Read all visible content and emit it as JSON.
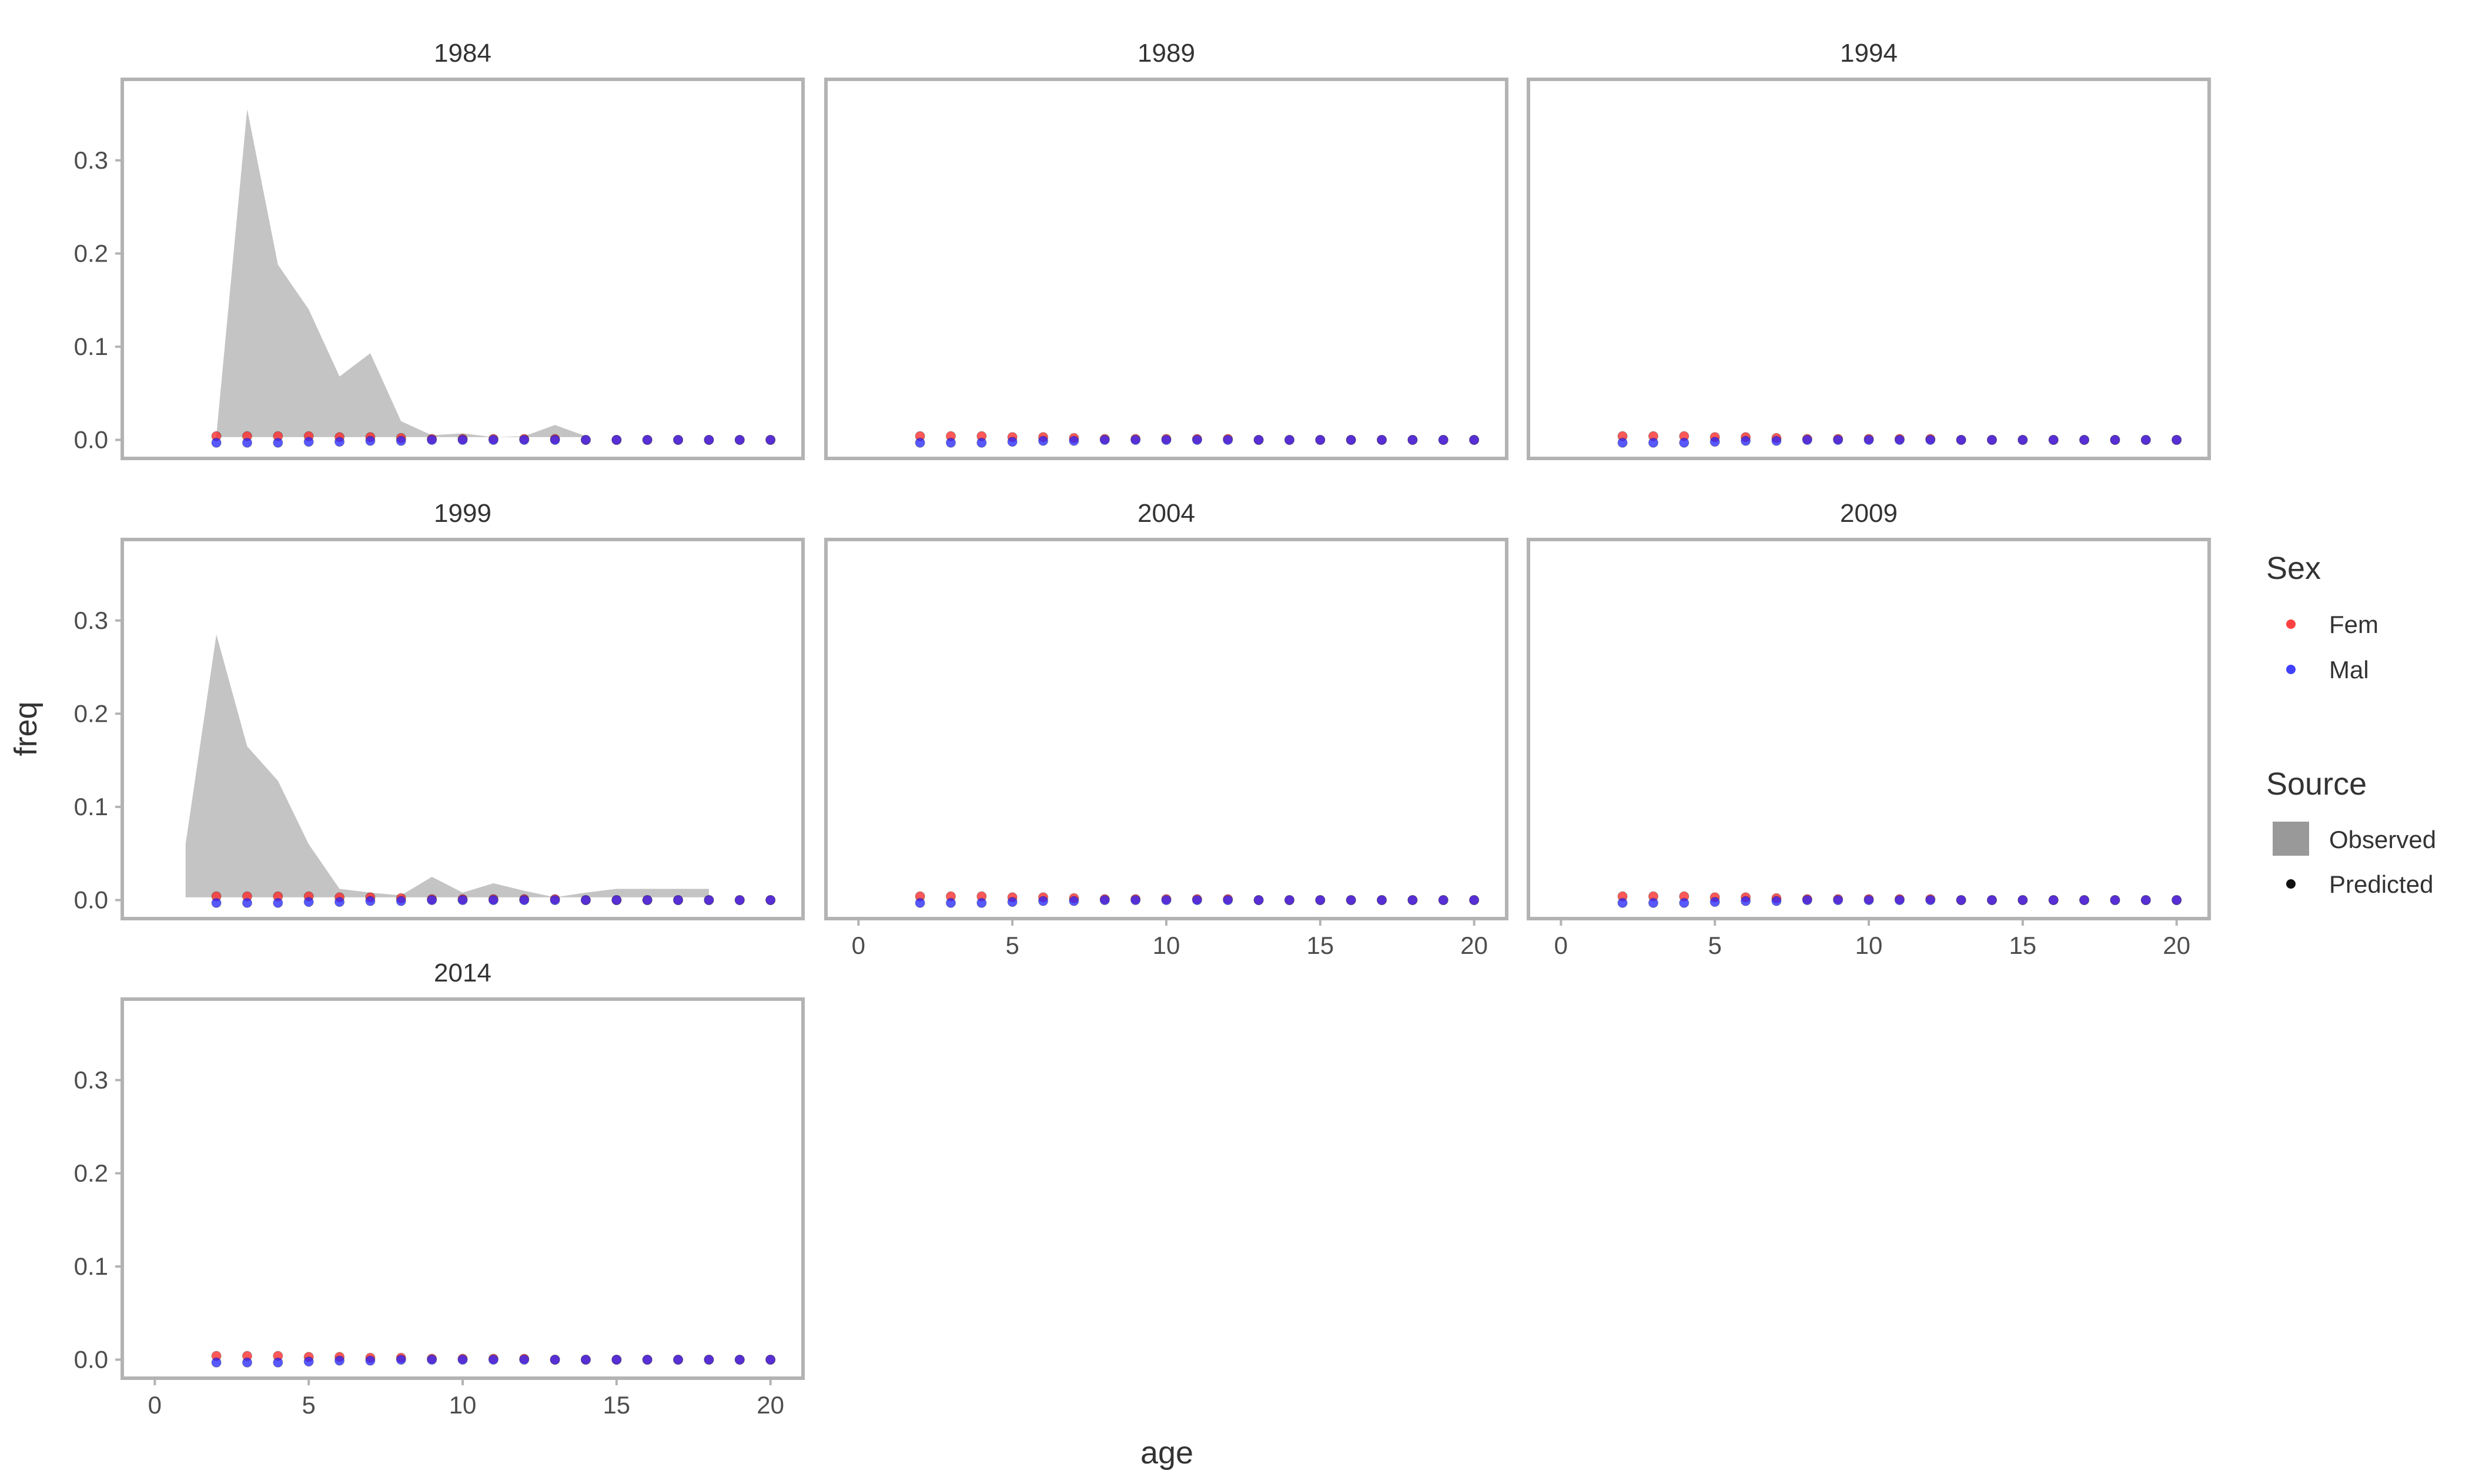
{
  "chart_data": {
    "type": "area",
    "xlabel": "age",
    "ylabel": "freq",
    "xlim": [
      -1,
      21
    ],
    "ylim": [
      -0.018,
      0.385
    ],
    "x_ticks": [
      0,
      5,
      10,
      15,
      20
    ],
    "y_ticks": [
      0.0,
      0.1,
      0.2,
      0.3
    ],
    "x_tick_labels": [
      "0",
      "5",
      "10",
      "15",
      "20"
    ],
    "y_tick_labels": [
      "0.0",
      "0.1",
      "0.2",
      "0.3"
    ],
    "grid": false,
    "legend_placement": "right",
    "legend": {
      "sex_title": "Sex",
      "sex_entries": [
        {
          "label": "Fem",
          "color": "#ff2020"
        },
        {
          "label": "Mal",
          "color": "#2020ff"
        }
      ],
      "source_title": "Source",
      "source_entries": [
        {
          "label": "Observed",
          "color": "#999999"
        },
        {
          "label": "Predicted",
          "color": "#111111"
        }
      ]
    },
    "colors": {
      "observed_fill": "#c4c4c4",
      "fem_point": "#ff2020",
      "mal_point": "#2020ff",
      "panel_border": "#b3b3b3",
      "axis_text": "#4d4d4d"
    },
    "panels": [
      {
        "year": "1984",
        "observed": {
          "x": [
            2,
            3,
            4,
            5,
            6,
            7,
            8,
            9,
            10,
            11,
            12,
            13,
            14
          ],
          "y": [
            0.005,
            0.355,
            0.188,
            0.14,
            0.068,
            0.093,
            0.02,
            0.005,
            0.007,
            0.003,
            0.004,
            0.016,
            0.004
          ]
        },
        "predicted_fem": {
          "x": [
            2,
            3,
            4,
            5,
            6,
            7,
            8,
            9,
            10,
            11,
            12,
            13,
            14,
            15,
            16,
            17,
            18,
            19,
            20
          ],
          "y": [
            0.004,
            0.004,
            0.004,
            0.004,
            0.003,
            0.003,
            0.002,
            0.001,
            0.001,
            0.001,
            0.001,
            0.001,
            0.0,
            0.0,
            0.0,
            0.0,
            0.0,
            0.0,
            0.0
          ]
        },
        "predicted_mal": {
          "x": [
            2,
            3,
            4,
            5,
            6,
            7,
            8,
            9,
            10,
            11,
            12,
            13,
            14,
            15,
            16,
            17,
            18,
            19,
            20
          ],
          "y": [
            -0.003,
            -0.003,
            -0.003,
            -0.002,
            -0.002,
            -0.001,
            -0.001,
            0.0,
            0.0,
            0.0,
            0.0,
            0.0,
            0.0,
            0.0,
            0.0,
            0.0,
            0.0,
            0.0,
            0.0
          ]
        }
      },
      {
        "year": "1989",
        "observed": {
          "x": [],
          "y": []
        },
        "predicted_fem": {
          "x": [
            2,
            3,
            4,
            5,
            6,
            7,
            8,
            9,
            10,
            11,
            12,
            13,
            14,
            15,
            16,
            17,
            18,
            19,
            20
          ],
          "y": [
            0.004,
            0.004,
            0.004,
            0.003,
            0.003,
            0.002,
            0.001,
            0.001,
            0.001,
            0.001,
            0.001,
            0.0,
            0.0,
            0.0,
            0.0,
            0.0,
            0.0,
            0.0,
            0.0
          ]
        },
        "predicted_mal": {
          "x": [
            2,
            3,
            4,
            5,
            6,
            7,
            8,
            9,
            10,
            11,
            12,
            13,
            14,
            15,
            16,
            17,
            18,
            19,
            20
          ],
          "y": [
            -0.003,
            -0.003,
            -0.003,
            -0.002,
            -0.001,
            -0.001,
            0.0,
            0.0,
            0.0,
            0.0,
            0.0,
            0.0,
            0.0,
            0.0,
            0.0,
            0.0,
            0.0,
            0.0,
            0.0
          ]
        }
      },
      {
        "year": "1994",
        "observed": {
          "x": [],
          "y": []
        },
        "predicted_fem": {
          "x": [
            2,
            3,
            4,
            5,
            6,
            7,
            8,
            9,
            10,
            11,
            12,
            13,
            14,
            15,
            16,
            17,
            18,
            19,
            20
          ],
          "y": [
            0.004,
            0.004,
            0.004,
            0.003,
            0.003,
            0.002,
            0.001,
            0.001,
            0.001,
            0.001,
            0.001,
            0.0,
            0.0,
            0.0,
            0.0,
            0.0,
            0.0,
            0.0,
            0.0
          ]
        },
        "predicted_mal": {
          "x": [
            2,
            3,
            4,
            5,
            6,
            7,
            8,
            9,
            10,
            11,
            12,
            13,
            14,
            15,
            16,
            17,
            18,
            19,
            20
          ],
          "y": [
            -0.003,
            -0.003,
            -0.003,
            -0.002,
            -0.001,
            -0.001,
            0.0,
            0.0,
            0.0,
            0.0,
            0.0,
            0.0,
            0.0,
            0.0,
            0.0,
            0.0,
            0.0,
            0.0,
            0.0
          ]
        }
      },
      {
        "year": "1999",
        "observed": {
          "x": [
            1,
            1,
            2,
            3,
            4,
            5,
            6,
            7,
            8,
            9,
            10,
            11,
            12,
            13,
            14,
            15,
            16,
            17,
            18
          ],
          "y": [
            0.005,
            0.06,
            0.285,
            0.165,
            0.128,
            0.06,
            0.012,
            0.008,
            0.005,
            0.025,
            0.008,
            0.018,
            0.01,
            0.003,
            0.008,
            0.012,
            0.012,
            0.012,
            0.012
          ]
        },
        "predicted_fem": {
          "x": [
            2,
            3,
            4,
            5,
            6,
            7,
            8,
            9,
            10,
            11,
            12,
            13,
            14,
            15,
            16,
            17,
            18,
            19,
            20
          ],
          "y": [
            0.004,
            0.004,
            0.004,
            0.004,
            0.003,
            0.003,
            0.002,
            0.001,
            0.001,
            0.001,
            0.001,
            0.001,
            0.0,
            0.0,
            0.0,
            0.0,
            0.0,
            0.0,
            0.0
          ]
        },
        "predicted_mal": {
          "x": [
            2,
            3,
            4,
            5,
            6,
            7,
            8,
            9,
            10,
            11,
            12,
            13,
            14,
            15,
            16,
            17,
            18,
            19,
            20
          ],
          "y": [
            -0.003,
            -0.003,
            -0.003,
            -0.002,
            -0.002,
            -0.001,
            -0.001,
            0.0,
            0.0,
            0.0,
            0.0,
            0.0,
            0.0,
            0.0,
            0.0,
            0.0,
            0.0,
            0.0,
            0.0
          ]
        }
      },
      {
        "year": "2004",
        "observed": {
          "x": [],
          "y": []
        },
        "predicted_fem": {
          "x": [
            2,
            3,
            4,
            5,
            6,
            7,
            8,
            9,
            10,
            11,
            12,
            13,
            14,
            15,
            16,
            17,
            18,
            19,
            20
          ],
          "y": [
            0.004,
            0.004,
            0.004,
            0.003,
            0.003,
            0.002,
            0.001,
            0.001,
            0.001,
            0.001,
            0.001,
            0.0,
            0.0,
            0.0,
            0.0,
            0.0,
            0.0,
            0.0,
            0.0
          ]
        },
        "predicted_mal": {
          "x": [
            2,
            3,
            4,
            5,
            6,
            7,
            8,
            9,
            10,
            11,
            12,
            13,
            14,
            15,
            16,
            17,
            18,
            19,
            20
          ],
          "y": [
            -0.003,
            -0.003,
            -0.003,
            -0.002,
            -0.001,
            -0.001,
            0.0,
            0.0,
            0.0,
            0.0,
            0.0,
            0.0,
            0.0,
            0.0,
            0.0,
            0.0,
            0.0,
            0.0,
            0.0
          ]
        }
      },
      {
        "year": "2009",
        "observed": {
          "x": [],
          "y": []
        },
        "predicted_fem": {
          "x": [
            2,
            3,
            4,
            5,
            6,
            7,
            8,
            9,
            10,
            11,
            12,
            13,
            14,
            15,
            16,
            17,
            18,
            19,
            20
          ],
          "y": [
            0.004,
            0.004,
            0.004,
            0.003,
            0.003,
            0.002,
            0.001,
            0.001,
            0.001,
            0.001,
            0.001,
            0.0,
            0.0,
            0.0,
            0.0,
            0.0,
            0.0,
            0.0,
            0.0
          ]
        },
        "predicted_mal": {
          "x": [
            2,
            3,
            4,
            5,
            6,
            7,
            8,
            9,
            10,
            11,
            12,
            13,
            14,
            15,
            16,
            17,
            18,
            19,
            20
          ],
          "y": [
            -0.003,
            -0.003,
            -0.003,
            -0.002,
            -0.001,
            -0.001,
            0.0,
            0.0,
            0.0,
            0.0,
            0.0,
            0.0,
            0.0,
            0.0,
            0.0,
            0.0,
            0.0,
            0.0,
            0.0
          ]
        }
      },
      {
        "year": "2014",
        "observed": {
          "x": [],
          "y": []
        },
        "predicted_fem": {
          "x": [
            2,
            3,
            4,
            5,
            6,
            7,
            8,
            9,
            10,
            11,
            12,
            13,
            14,
            15,
            16,
            17,
            18,
            19,
            20
          ],
          "y": [
            0.004,
            0.004,
            0.004,
            0.003,
            0.003,
            0.002,
            0.002,
            0.001,
            0.001,
            0.001,
            0.001,
            0.0,
            0.0,
            0.0,
            0.0,
            0.0,
            0.0,
            0.0,
            0.0
          ]
        },
        "predicted_mal": {
          "x": [
            2,
            3,
            4,
            5,
            6,
            7,
            8,
            9,
            10,
            11,
            12,
            13,
            14,
            15,
            16,
            17,
            18,
            19,
            20
          ],
          "y": [
            -0.003,
            -0.003,
            -0.003,
            -0.002,
            -0.001,
            -0.001,
            0.0,
            0.0,
            0.0,
            0.0,
            0.0,
            0.0,
            0.0,
            0.0,
            0.0,
            0.0,
            0.0,
            0.0,
            0.0
          ]
        }
      }
    ]
  }
}
